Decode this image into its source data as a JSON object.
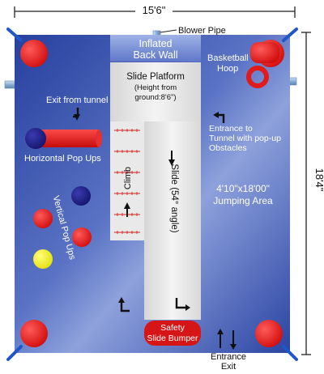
{
  "dimensions": {
    "width": "15'6\"",
    "length": "18'4\""
  },
  "labels": {
    "blower_pipe": "Blower Pipe",
    "back_wall_1": "Inflated",
    "back_wall_2": "Back Wall",
    "basketball_1": "Basketball",
    "basketball_2": "Hoop",
    "exit_tunnel": "Exit from tunnel",
    "slide_platform": "Slide Platform",
    "platform_height_1": "(Height from",
    "platform_height_2": "ground:8'6\")",
    "entrance_tunnel_1": "Entrance to",
    "entrance_tunnel_2": "Tunnel with pop-up",
    "entrance_tunnel_3": "Obstacles",
    "horizontal_popups": "Horizontal Pop Ups",
    "climb": "Climb",
    "slide": "Slide (54° angle)",
    "jumping_size": "4'10\"x18'00\"",
    "jumping_area": "Jumping Area",
    "vertical_popups": "Vertical Pop Ups",
    "bumper_1": "Safety",
    "bumper_2": "Slide Bumper",
    "entrance": "Entrance",
    "exit": "Exit"
  },
  "colors": {
    "floor_blue": "#2f48a8",
    "pillar_red": "#e01919",
    "popup_navy": "#1c1c80",
    "popup_yellow": "#f2ee1a",
    "structure_gray": "#e6e6e6",
    "pipe": "#8fb1d4"
  }
}
